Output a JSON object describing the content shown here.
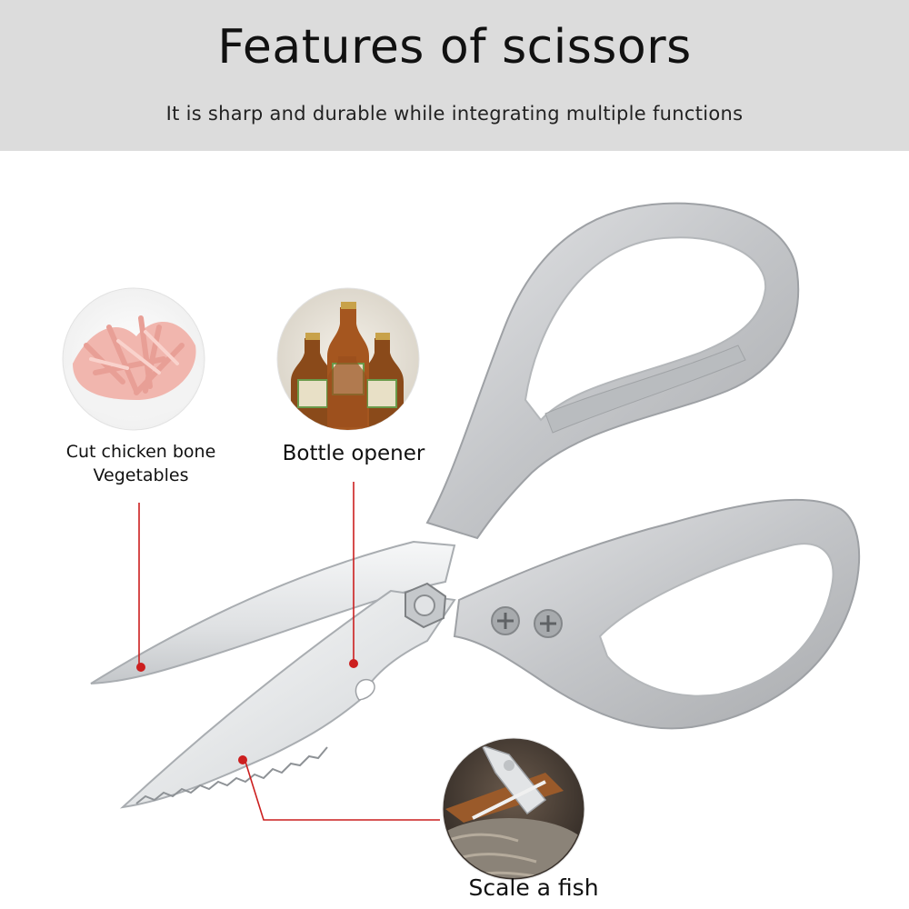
{
  "header": {
    "title": "Features of scissors",
    "subtitle": "It is sharp and durable while integrating multiple functions"
  },
  "features": {
    "chicken": {
      "line1": "Cut chicken bone",
      "line2": "Vegetables"
    },
    "bottle": {
      "label": "Bottle opener"
    },
    "fish": {
      "label": "Scale a fish"
    }
  },
  "colors": {
    "header_bg": "#dcdcdc",
    "marker_red": "#cc1f1f",
    "handle_silver": "#c9cacc",
    "blade_steel": "#e6e8ea"
  }
}
